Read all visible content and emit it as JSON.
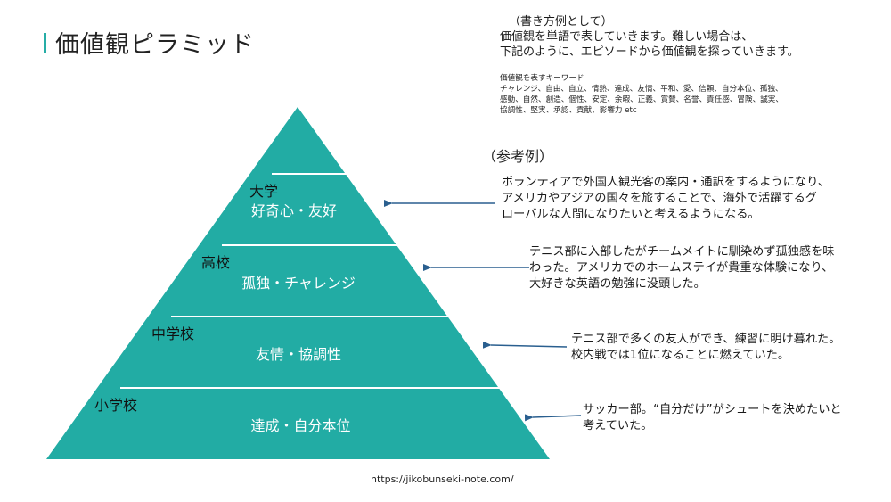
{
  "title": "価値観ピラミッド",
  "intro": {
    "line1": "（書き方例として）",
    "line2": "価値観を単語で表していきます。難しい場合は、",
    "line3": "下記のように、エピソードから価値観を探っていきます。"
  },
  "keywords": {
    "heading": "価値観を表すキーワード",
    "line1": "チャレンジ、自由、自立、情熱、達成、友情、平和、愛、信頼、自分本位、孤独、",
    "line2": "感動、自然、創造、個性、安定、余暇、正義、賞賛、名誉、責任感、冒険、誠実、",
    "line3": "協調性、堅実、承認、貢献、影響力 etc"
  },
  "reference_title": "（参考例）",
  "levels": [
    {
      "label": "大学",
      "value": "好奇心・友好",
      "episode": [
        "ボランティアで外国人観光客の案内・通訳をするようになり、",
        "アメリカやアジアの国々を旅することで、海外で活躍するグ",
        "ローバルな人間になりたいと考えるようになる。"
      ]
    },
    {
      "label": "高校",
      "value": "孤独・チャレンジ",
      "episode": [
        "テニス部に入部したがチームメイトに馴染めず孤独感を味",
        "わった。アメリカでのホームステイが貴重な体験になり、",
        "大好きな英語の勉強に没頭した。"
      ]
    },
    {
      "label": "中学校",
      "value": "友情・協調性",
      "episode": [
        "テニス部で多くの友人ができ、練習に明け暮れた。",
        "校内戦では1位になることに燃えていた。"
      ]
    },
    {
      "label": "小学校",
      "value": "達成・自分本位",
      "episode": [
        "サッカー部。“自分だけ”がシュートを決めたいと",
        "考えていた。"
      ]
    }
  ],
  "colors": {
    "accent": "#26ada6",
    "pyramid_fill": "#22aca4",
    "divider": "#ffffff",
    "arrow": "#2a5f8f"
  },
  "source": "https://jikobunseki-note.com/"
}
